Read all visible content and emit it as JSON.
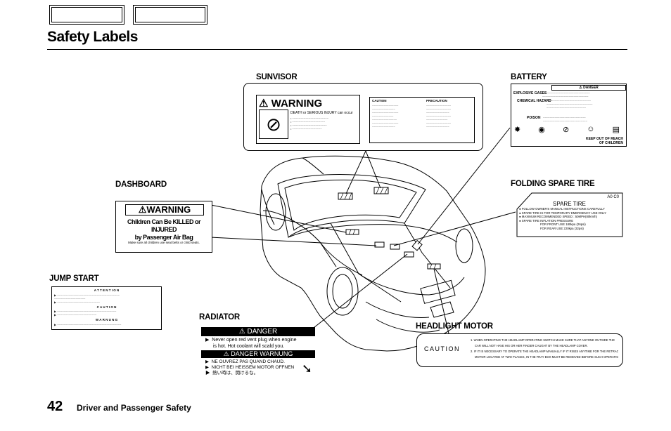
{
  "header": {
    "title": "Safety Labels"
  },
  "labels": {
    "sunvisor": "SUNVISOR",
    "battery": "BATTERY",
    "dashboard": "DASHBOARD",
    "spare": "FOLDING SPARE TIRE",
    "jump": "JUMP START",
    "radiator": "RADIATOR",
    "headlight": "HEADLIGHT MOTOR"
  },
  "sunvisor_label": {
    "warning": "WARNING",
    "line1": "DEATH or SERIOUS INJURY can occur",
    "caution": "CAUTION",
    "precaution": "PRECAUTION"
  },
  "battery_label": {
    "danger": "DANGER",
    "explosive": "EXPLOSIVE GASES",
    "chemical": "CHEMICAL HAZARD",
    "poison": "POISON",
    "keep1": "KEEP OUT OF REACH",
    "keep2": "OF CHILDREN"
  },
  "dashboard_label": {
    "warning": "WARNING",
    "line1": "Children Can Be KILLED or INJURED",
    "line2": "by Passenger Air Bag",
    "line3": "Make sure all children use seat belts or child seats."
  },
  "spare_label": {
    "code": "A0 C0",
    "title": "SPARE TIRE",
    "l1": "FOLLOW OWNER'S MANUAL INSTRUCTIONS CAREFULLY",
    "l2": "SPARE TIRE IS FOR TEMPORARY EMERGENCY USE ONLY",
    "l3": "MAXIMUM RECOMMENDED SPEED : 50MPH(80km/h)",
    "l4": "SPARE TIRE INFLATION PRESSURE",
    "l5": "FOR FRONT USE 180kpa (26psi)",
    "l6": "FOR REAR USE 220kpa (32psi)"
  },
  "jump_label": {
    "attention": "A T T E N T I O N",
    "caution": "C A U T I O N",
    "warnung": "W A R N U N G"
  },
  "radiator_label": {
    "danger": "DANGER",
    "l1": "Never open red vent plug when engine",
    "l2": "is hot. Hot coolant will scald you.",
    "warnung": "DANGER WARNUNG",
    "l3": "NE OUVREZ PAS QUAND CHAUD.",
    "l4": "NICHT BEI HEISSEM MOTOR OFFNEN",
    "l5": "熱い時は、開けるな。"
  },
  "headlight_label": {
    "caution": "CAUTION",
    "l1": "1. WHEN OPERATING THE HEADLAMP OPERATING SWITCH MAKE SURE THAT ANYONE OUTSIDE THE",
    "l2": "CAR WILL NOT HAVE HIS OR HER FINGER CAUGHT BY THE HEADLAMP COVER.",
    "l3": "2. IF IT IS NECESSARY TO OPERATE THE HEADLAMP MANUALLY IF IT RISES ANYTIME FOR THE RETRACTOR",
    "l4": "MOTOR LOCATED AT TWO PLACES, IN THE FRAY BOX MUST BE REMOVED BEFORE SUCH OPERATION"
  },
  "footer": {
    "page": "42",
    "section": "Driver and Passenger Safety"
  }
}
